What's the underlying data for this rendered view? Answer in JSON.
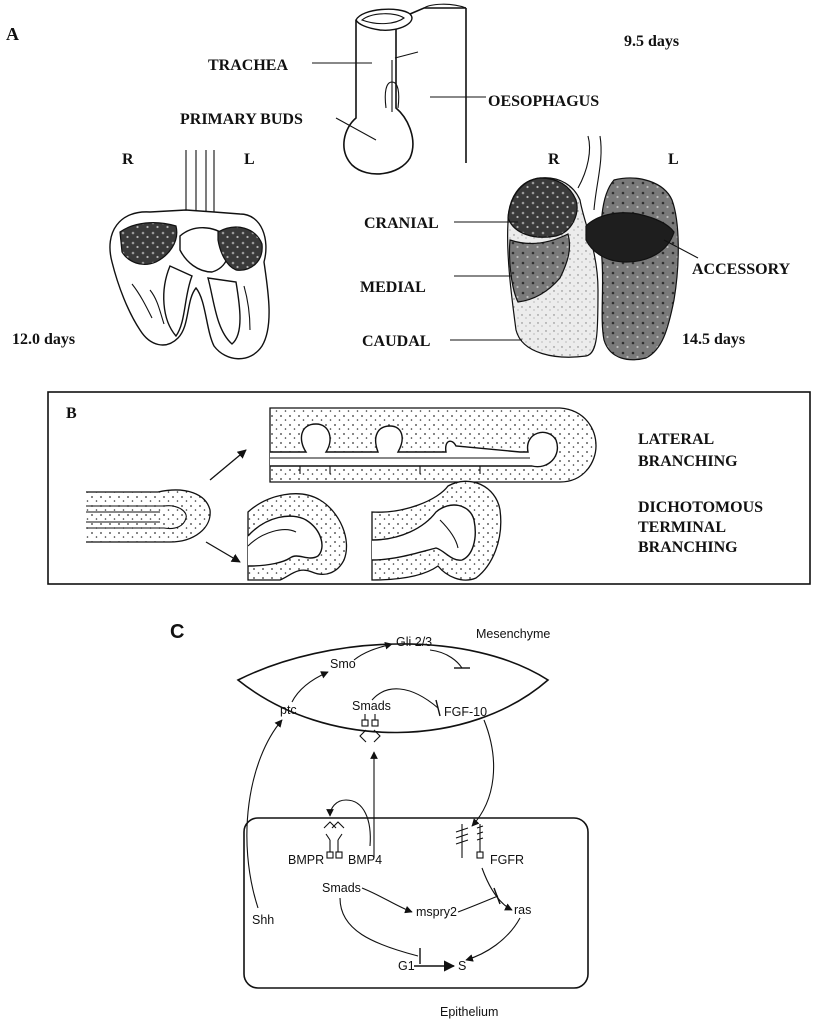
{
  "panel_a": {
    "letter": "A",
    "stage1_days": "9.5 days",
    "trachea": "TRACHEA",
    "oesophagus": "OESOPHAGUS",
    "primary_buds": "PRIMARY BUDS",
    "stage2_days": "12.0 days",
    "stage2_right": "R",
    "stage2_left": "L",
    "stage3_days": "14.5 days",
    "stage3_right": "R",
    "stage3_left": "L",
    "cranial": "CRANIAL",
    "medial": "MEDIAL",
    "caudal": "CAUDAL",
    "accessory": "ACCESSORY"
  },
  "panel_b": {
    "letter": "B",
    "lateral_line1": "LATERAL",
    "lateral_line2": "BRANCHING",
    "dicho_line1": "DICHOTOMOUS",
    "dicho_line2": "TERMINAL",
    "dicho_line3": "BRANCHING"
  },
  "panel_c": {
    "letter": "C",
    "mesenchyme": "Mesenchyme",
    "epithelium": "Epithelium",
    "ptc": "ptc",
    "smo": "Smo",
    "gli": "Gli 2/3",
    "fgf10": "FGF-10",
    "smads_top": "Smads",
    "bmpr": "BMPR",
    "bmp4": "BMP4",
    "fgfr": "FGFR",
    "shh": "Shh",
    "smads_bottom": "Smads",
    "mspry2": "mspry2",
    "ras": "ras",
    "g1": "G1",
    "s": "S"
  }
}
